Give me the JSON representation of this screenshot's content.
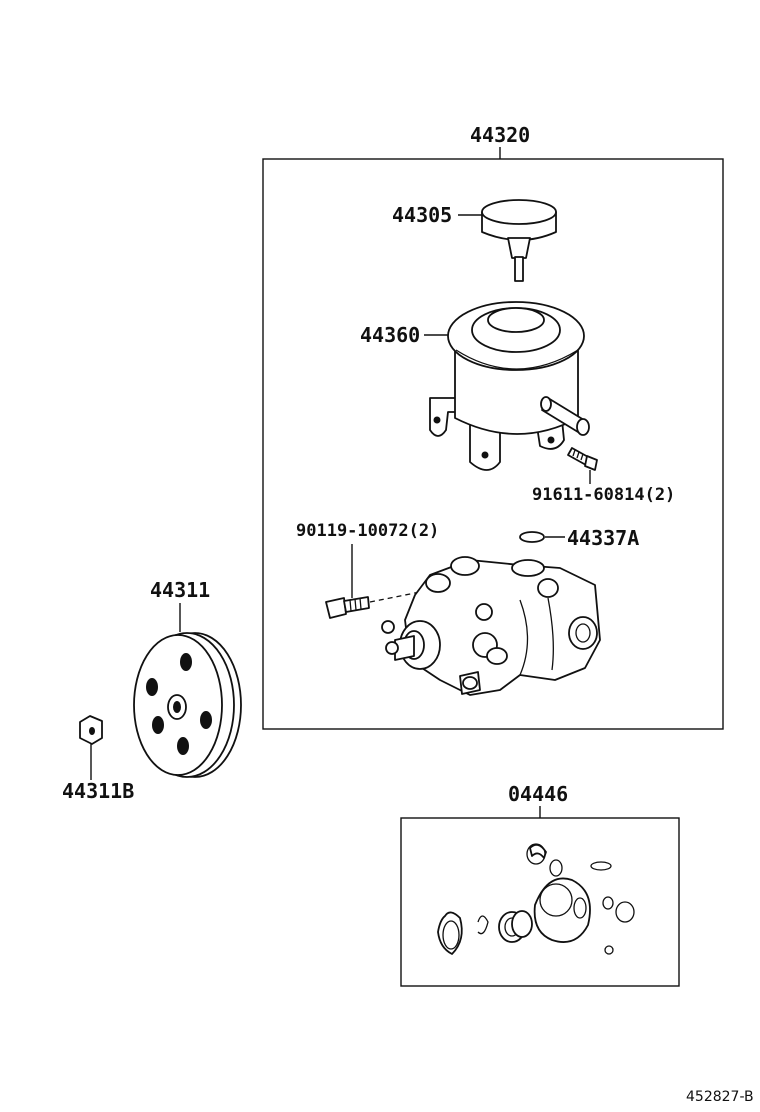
{
  "labels": {
    "assembly": "44320",
    "reservoir_cap": "44305",
    "reservoir": "44360",
    "bolt_reservoir": "91611-60814(2)",
    "bolt_pump": "90119-10072(2)",
    "o_ring": "44337A",
    "pulley": "44311",
    "nut": "44311B",
    "gasket_kit": "04446"
  },
  "reference_code": "452827-B"
}
